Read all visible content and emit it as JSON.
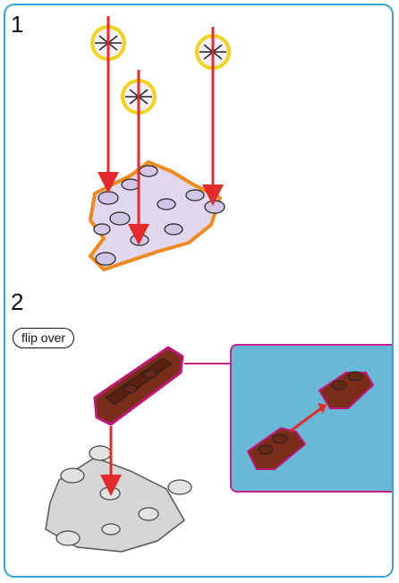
{
  "steps": [
    {
      "number": "1"
    },
    {
      "number": "2",
      "note": "flip over"
    }
  ],
  "colors": {
    "frame_border": "#2fa6d6",
    "arrow": "#e32b2b",
    "flower_fill": "#f4f0fb",
    "flower_outline": "#f2d21a",
    "base_fill": "#e1d8ee",
    "base_outline": "#ef8a1d",
    "brick_fill": "#7a2e1a",
    "brick_outline": "#c2177a",
    "detail_panel_bg": "#69b8d6",
    "detail_panel_border": "#c8228a",
    "assembled_grey": "#d6d6d6"
  },
  "icons": [
    "flower-piece-icon",
    "arrow-down-icon",
    "flower-base-icon",
    "brown-brick-icon",
    "grey-base-icon",
    "detail-arrow-icon"
  ]
}
